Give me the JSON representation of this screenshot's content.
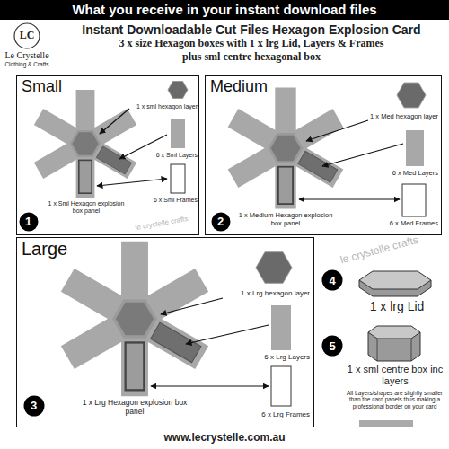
{
  "diagram": {
    "title": "What you receive in your instant download files",
    "nodes": [
      {
        "text": [
          "Small"
        ]
      },
      {
        "text": [
          "1"
        ],
        "in": 0
      },
      {
        "text": [
          "Medium"
        ]
      },
      {
        "text": [
          "2"
        ],
        "in": 2
      },
      {
        "text": [
          "Large"
        ]
      },
      {
        "text": [
          "3"
        ],
        "in": 4
      },
      {
        "text": [
          "4"
        ]
      },
      {
        "text": [
          "5"
        ]
      }
    ],
    "labels": [
      "LC",
      "Le Crystelle",
      "Clothing & Crafts",
      "Instant Downloadable Cut Files Hexagon Explosion Card",
      "3 x size Hexagon boxes with 1 x lrg Lid, Layers & Frames",
      "plus sml centre hexagonal box",
      "1 x sml hexagon layer",
      "6 x Sml Layers",
      "6 x Sml Frames",
      "1 x Sml Hexagon explosion box panel",
      "1 x Med hexagon layer",
      "6 x Med Layers",
      "6 x Med Frames",
      "1 x Medium Hexagon explosion box panel",
      "1 x Lrg hexagon layer",
      "6 x Lrg Layers",
      "6 x Lrg Frames",
      "1 x Lrg Hexagon explosion box panel",
      "1 x lrg Lid",
      "1 x sml centre box inc layers",
      "All Layers/shapes are slightly smaller than the card panels thus making a professional border on your card",
      "www.lecrystelle.com.au",
      "le crystelle crafts",
      "le crystelle crafts"
    ]
  }
}
